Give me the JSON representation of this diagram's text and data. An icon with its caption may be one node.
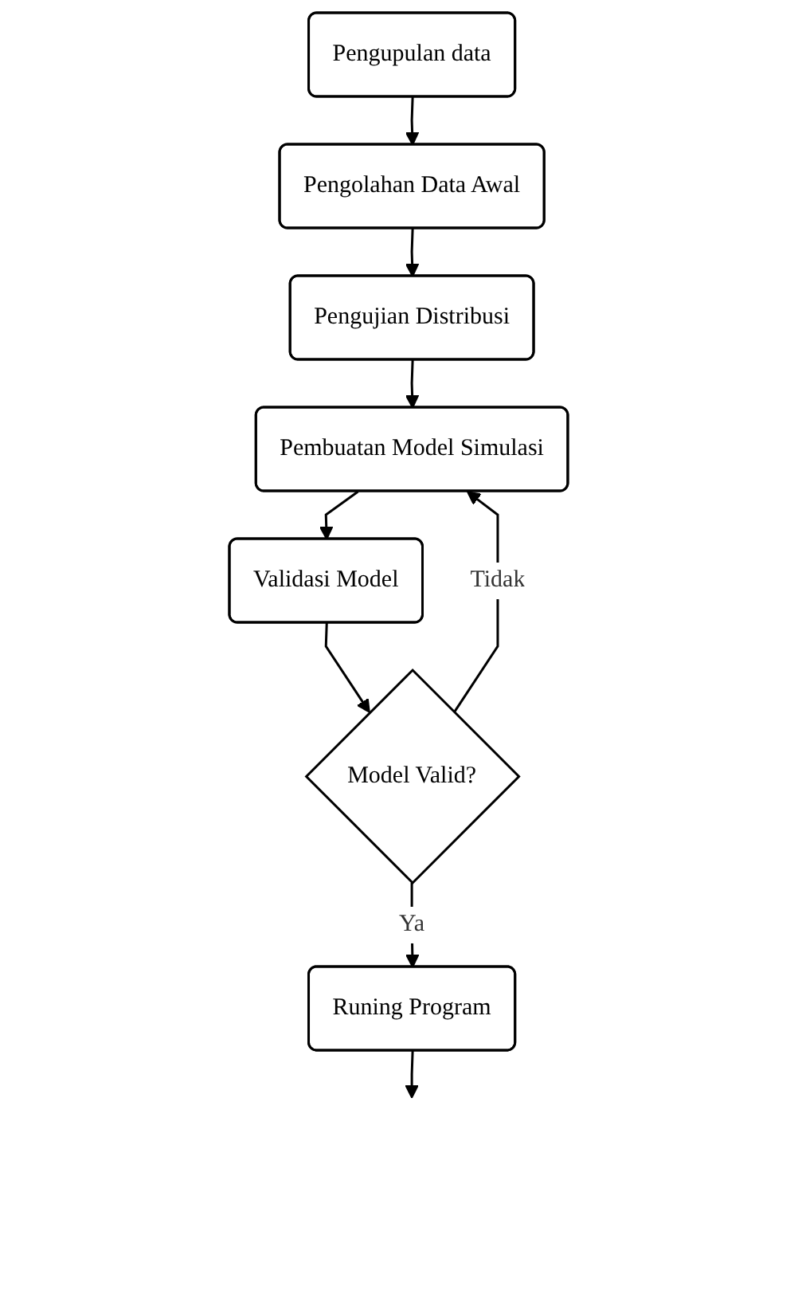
{
  "diagram": {
    "nodes": [
      {
        "text": [
          "Pengupulan data"
        ]
      },
      {
        "text": [
          "Pengolahan Data Awal"
        ]
      },
      {
        "text": [
          "Pengujian Distribusi"
        ]
      },
      {
        "text": [
          "Pembuatan Model Simulasi"
        ]
      },
      {
        "text": [
          "Validasi Model"
        ]
      },
      {
        "text": [
          "Model Valid?"
        ]
      },
      {
        "text": [
          "Runing Program"
        ]
      }
    ],
    "edges": [
      {
        "from": 0,
        "to": 1,
        "arrow": "to"
      },
      {
        "from": 1,
        "to": 2,
        "arrow": "to"
      },
      {
        "from": 2,
        "to": 3,
        "arrow": "to"
      },
      {
        "from": 3,
        "to": 4,
        "arrow": "to"
      },
      {
        "from": 4,
        "to": 5,
        "arrow": "to"
      },
      {
        "from": 5,
        "to": 3,
        "arrow": "to",
        "label": "Tidak"
      },
      {
        "from": 5,
        "to": 6,
        "arrow": "to",
        "label": "Ya"
      },
      {
        "from": 6,
        "to": null,
        "arrow": "to"
      }
    ]
  }
}
